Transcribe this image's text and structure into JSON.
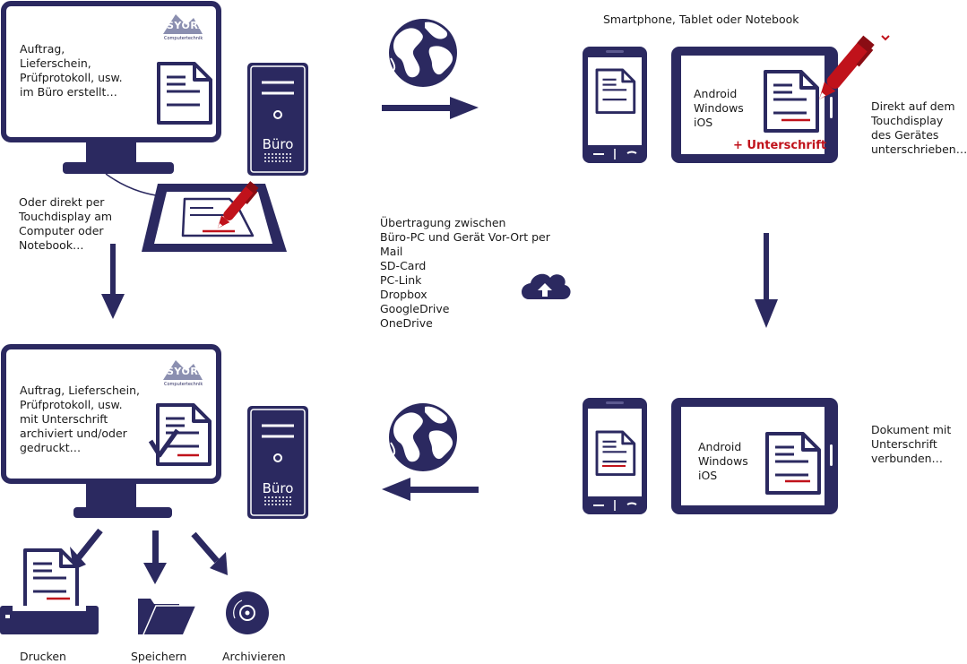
{
  "colors": {
    "navy": "#2b2960",
    "red": "#c0121b",
    "white": "#ffffff"
  },
  "top_left": {
    "monitor_text": [
      "Auftrag,",
      "Lieferschein,",
      "Prüfprotokoll, usw.",
      "im Büro erstellt…"
    ],
    "logo": "SYORA",
    "logo_sub": "Computertechnik",
    "tower_label": "Büro",
    "touch_text": [
      "Oder direkt per",
      "Touchdisplay am",
      "Computer oder",
      "Notebook…"
    ]
  },
  "top_right": {
    "heading": "Smartphone, Tablet oder Notebook",
    "tablet_os": [
      "Android",
      "Windows",
      "iOS"
    ],
    "signature_label": "+ Unterschrift",
    "side_text": [
      "Direkt auf dem",
      "Touchdisplay",
      "des Gerätes",
      "unterschrieben…"
    ]
  },
  "middle": {
    "transfer_text": [
      "Übertragung zwischen",
      "Büro-PC und Gerät Vor-Ort per",
      "Mail",
      "SD-Card",
      "PC-Link",
      "Dropbox",
      "GoogleDrive",
      "OneDrive"
    ]
  },
  "bottom_right": {
    "tablet_os": [
      "Android",
      "Windows",
      "iOS"
    ],
    "side_text": [
      "Dokument mit",
      "Unterschrift",
      "verbunden…"
    ]
  },
  "bottom_left": {
    "monitor_text": [
      "Auftrag, Lieferschein,",
      "Prüfprotokoll, usw.",
      "mit Unterschrift",
      "archiviert und/oder",
      "gedruckt…"
    ],
    "logo": "SYORA",
    "logo_sub": "Computertechnik",
    "tower_label": "Büro",
    "outputs": [
      "Drucken",
      "Speichern",
      "Archivieren"
    ]
  },
  "icons": [
    "globe-icon",
    "cloud-upload-icon",
    "pen-icon",
    "printer-icon",
    "folder-icon",
    "disc-icon",
    "document-icon"
  ]
}
